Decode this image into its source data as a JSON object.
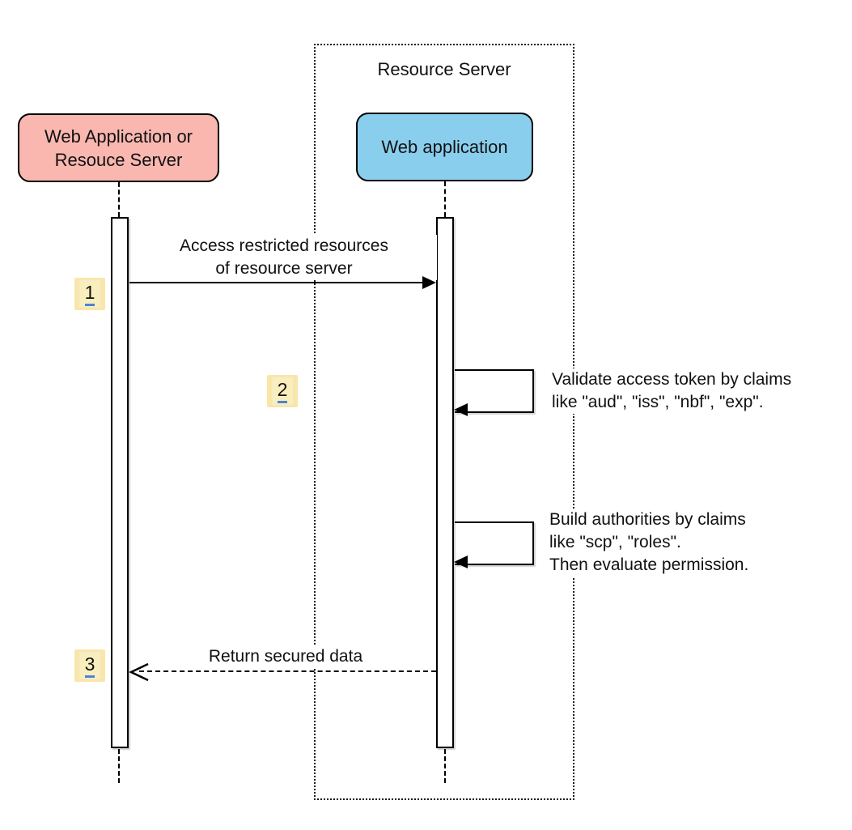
{
  "boundary": {
    "title": "Resource Server"
  },
  "actors": {
    "client": {
      "label": "Web Application or\nResouce Server",
      "fill": "#f9b7b0"
    },
    "server": {
      "label": "Web application",
      "fill": "#8aceee"
    }
  },
  "messages": {
    "m1": {
      "badge": "1",
      "label": "Access restricted resources\nof resource server",
      "type": "solid-arrow"
    },
    "m2": {
      "badge": "2",
      "label": "Validate access token by claims\nlike \"aud\", \"iss\", \"nbf\", \"exp\".",
      "type": "self-loop"
    },
    "m3": {
      "label": "Build authorities by claims\nlike \"scp\", \"roles\".\nThen evaluate permission.",
      "type": "self-loop"
    },
    "m4": {
      "badge": "3",
      "label": "Return secured data",
      "type": "dashed-return-arrow"
    }
  },
  "colors": {
    "badge_bg": "#fae6a8",
    "badge_underline": "#4d82d6",
    "actor_client_fill": "#f9b7b0",
    "actor_server_fill": "#8aceee",
    "line": "#000000"
  }
}
